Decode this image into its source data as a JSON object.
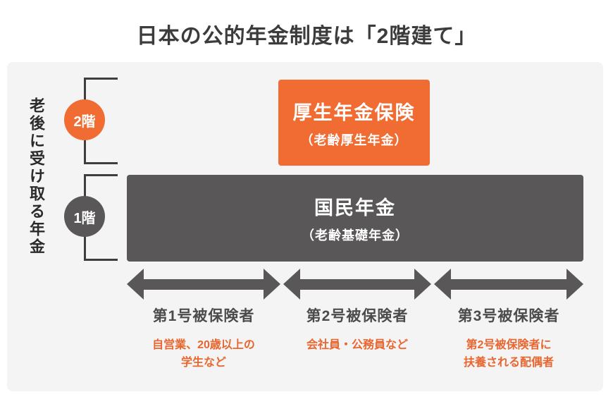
{
  "title": "日本の公的年金制度は「2階建て」",
  "side_label": "老後に受け取る年金",
  "floors": {
    "floor2": {
      "badge": "2階",
      "box_title": "厚生年金保険",
      "box_subtitle": "（老齢厚生年金）"
    },
    "floor1": {
      "badge": "1階",
      "box_title": "国民年金",
      "box_subtitle": "（老齢基礎年金）"
    }
  },
  "categories": [
    {
      "label": "第1号被保険者",
      "description": "自営業、20歳以上の\n学生など"
    },
    {
      "label": "第2号被保険者",
      "description": "会社員・公務員など"
    },
    {
      "label": "第3号被保険者",
      "description": "第2号被保険者に\n扶養される配偶者"
    }
  ],
  "colors": {
    "accent_orange": "#F06C32",
    "dark_gray": "#595757",
    "panel_bg": "#F4F4F5",
    "description_orange": "#E8662F",
    "title_color": "#3C3C3C",
    "bracket_color": "#3E3E3E"
  }
}
